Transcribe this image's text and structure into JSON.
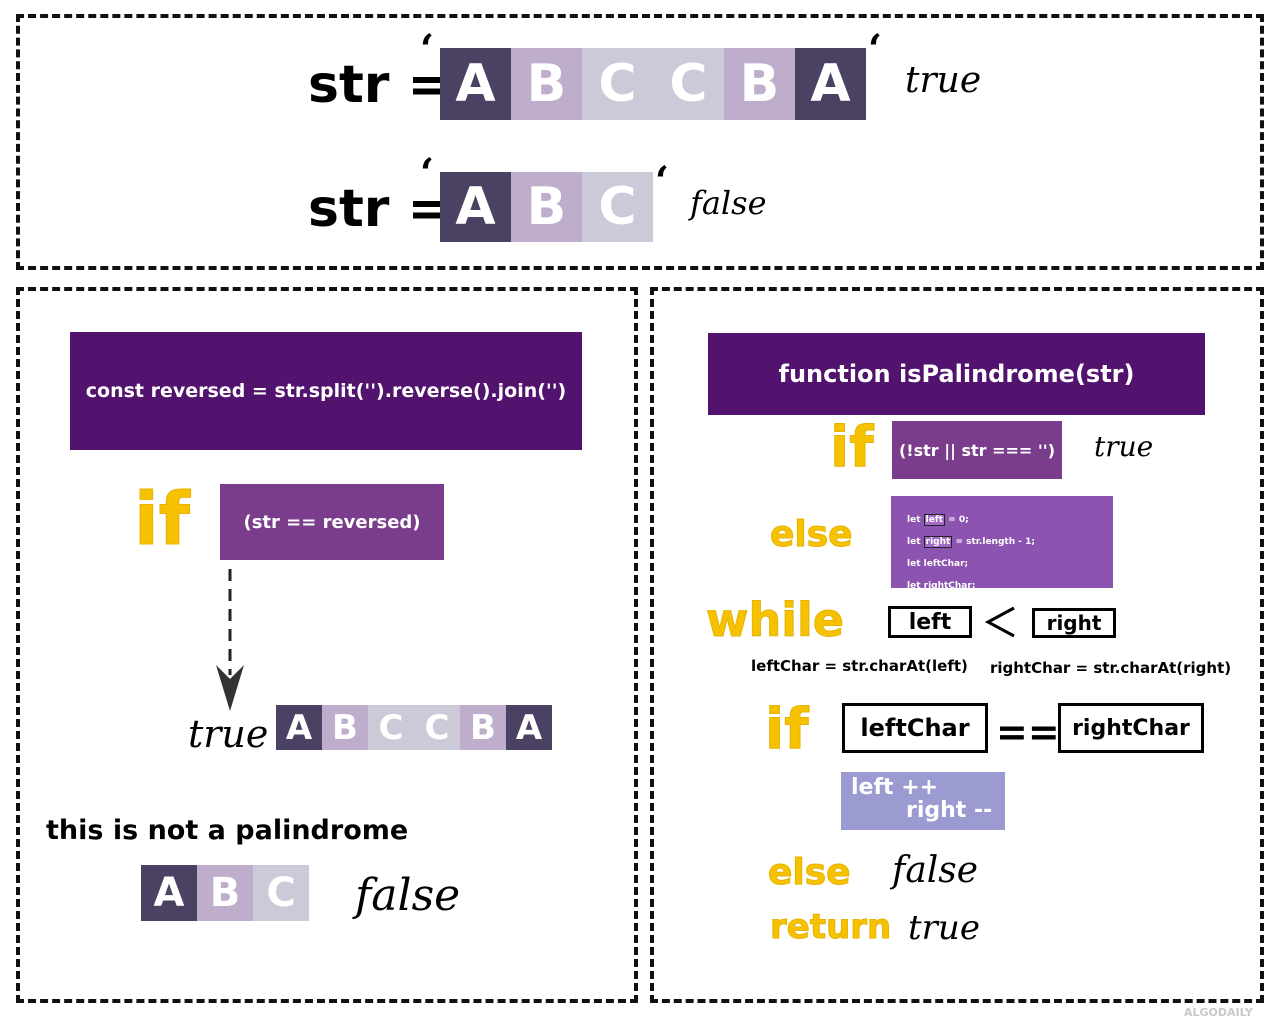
{
  "colors": {
    "dark_cell": "#4b4163",
    "mid_cell": "#bfaecb",
    "light_cell": "#ccc9d9",
    "code_purple": "#52136e",
    "cond_purple": "#7a3d8c",
    "block_purple": "#8c54b0",
    "incr_purple": "#9b9bd1",
    "keyword_yellow": "#f6c200"
  },
  "top": {
    "row1": {
      "label": "str =",
      "open_quote": "‘",
      "close_quote": "‘",
      "cells": [
        {
          "ch": "A",
          "shade": "dark"
        },
        {
          "ch": "B",
          "shade": "mid"
        },
        {
          "ch": "C",
          "shade": "light"
        },
        {
          "ch": "C",
          "shade": "light"
        },
        {
          "ch": "B",
          "shade": "mid"
        },
        {
          "ch": "A",
          "shade": "dark"
        }
      ],
      "result": "true"
    },
    "row2": {
      "label": "str =",
      "open_quote": "‘",
      "close_quote": "‘",
      "cells": [
        {
          "ch": "A",
          "shade": "dark"
        },
        {
          "ch": "B",
          "shade": "mid"
        },
        {
          "ch": "C",
          "shade": "light"
        }
      ],
      "result": "false"
    }
  },
  "left": {
    "code": "const reversed = str.split('').reverse().join('')",
    "if_kw": "if",
    "condition": "(str == reversed)",
    "true_label": "true",
    "true_cells": [
      {
        "ch": "A",
        "shade": "dark"
      },
      {
        "ch": "B",
        "shade": "mid"
      },
      {
        "ch": "C",
        "shade": "light"
      },
      {
        "ch": "C",
        "shade": "light"
      },
      {
        "ch": "B",
        "shade": "mid"
      },
      {
        "ch": "A",
        "shade": "dark"
      }
    ],
    "not_palindrome": "this is not a palindrome",
    "false_cells": [
      {
        "ch": "A",
        "shade": "dark"
      },
      {
        "ch": "B",
        "shade": "mid"
      },
      {
        "ch": "C",
        "shade": "light"
      }
    ],
    "false_label": "false"
  },
  "right": {
    "func": "function isPalindrome(str)",
    "if_kw": "if",
    "if_cond": "(!str || str === '')",
    "if_result": "true",
    "else_kw": "else",
    "let_left_pre": "let ",
    "let_left_var": "left",
    "let_left_post": " = 0;",
    "let_right_pre": "let ",
    "let_right_var": "right",
    "let_right_post": " = str.length - 1;",
    "let_leftchar": "let leftChar;",
    "let_rightchar": "let rightChar;",
    "while_kw": "while",
    "while_left": "left",
    "lt": "<",
    "while_right": "right",
    "leftchar_assign": "leftChar = str.charAt(left)",
    "rightchar_assign": "rightChar = str.charAt(right)",
    "if2_kw": "if",
    "cmp_left": "leftChar",
    "eq": "==",
    "cmp_right": "rightChar",
    "incr": "left ++",
    "decr": "right --",
    "else2_kw": "else",
    "else2_result": "false",
    "return_kw": "return",
    "return_val": "true"
  },
  "watermark": "ALGODAILY"
}
